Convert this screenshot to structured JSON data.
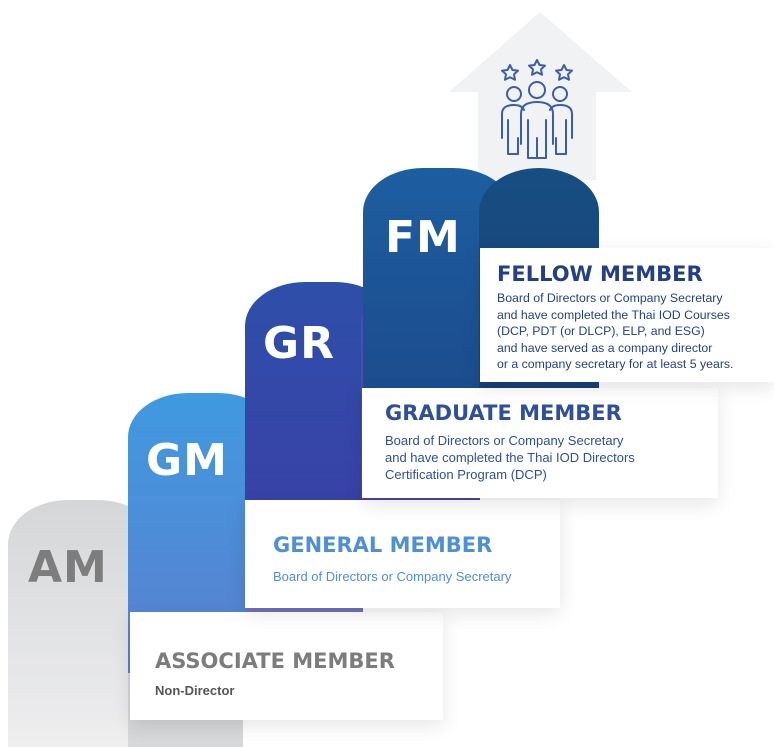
{
  "colors": {
    "arrow": "#f1f2f4",
    "am": "#c9cacc",
    "gm": "#4e8fd8",
    "gr": "#3e4fb0",
    "fm": "#1f6aa6",
    "am_title": "#7c7c7c",
    "gm_title": "#4e8fd8",
    "gr_title": "#2f4f99",
    "fm_title": "#233f86"
  },
  "icon": "people-with-stars-icon",
  "levels": [
    {
      "code": "AM",
      "title": "ASSOCIATE MEMBER",
      "description": "Non-Director"
    },
    {
      "code": "GM",
      "title": "GENERAL MEMBER",
      "description": "Board of Directors or Company Secretary"
    },
    {
      "code": "GR",
      "title": "GRADUATE MEMBER",
      "description": "Board of Directors or Company Secretary\nand have completed the Thai IOD Directors\nCertification Program (DCP)"
    },
    {
      "code": "FM",
      "title": "FELLOW MEMBER",
      "description": "Board of Directors or Company Secretary\nand have completed the Thai IOD Courses\n(DCP, PDT (or DLCP), ELP, and ESG)\nand have served as a company director\nor a company secretary for at least 5 years."
    }
  ]
}
